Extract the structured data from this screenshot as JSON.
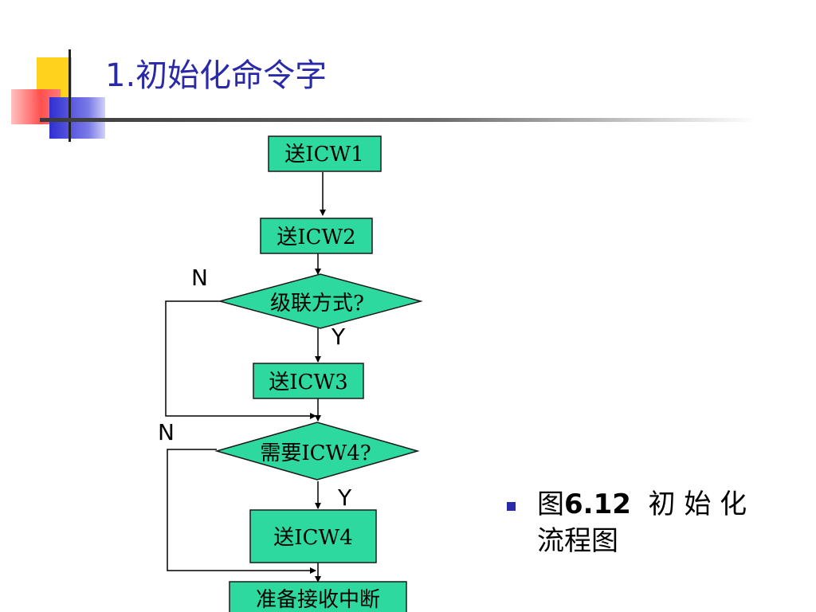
{
  "slide": {
    "title": "1.初始化命令字"
  },
  "flowchart": {
    "nodes": {
      "icw1": "送ICW1",
      "icw2": "送ICW2",
      "cascade": "级联方式?",
      "icw3": "送ICW3",
      "need_icw4": "需要ICW4?",
      "icw4": "送ICW4",
      "ready": "准备接收中断"
    },
    "labels": {
      "cascade_no": "N",
      "cascade_yes": "Y",
      "icw4_no": "N",
      "icw4_yes": "Y"
    },
    "colors": {
      "node_fill": "#2ed9a0",
      "node_stroke": "#1a1a1a",
      "line": "#000000"
    }
  },
  "caption": {
    "prefix": "图",
    "number": "6.12",
    "text_line1": "初 始 化",
    "text_line2": "流程图"
  },
  "colors": {
    "title": "#2a2aa8",
    "bullet": "#2a2aa8",
    "deco_yellow": "#ffd21e",
    "deco_red": "#ff5050",
    "deco_blue": "#3a3ad8"
  }
}
